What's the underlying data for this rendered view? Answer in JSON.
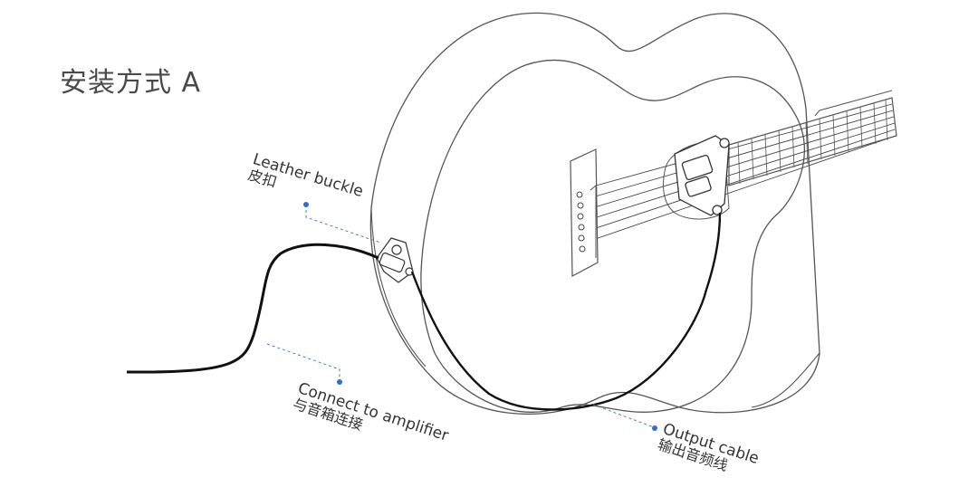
{
  "title": "安装方式 A",
  "labels": {
    "leather_buckle": {
      "en": "Leather buckle",
      "zh": "皮扣"
    },
    "connect_amplifier": {
      "en": "Connect to amplifier",
      "zh": "与音箱连接"
    },
    "output_cable": {
      "en": "Output cable",
      "zh": "输出音频线"
    }
  },
  "colors": {
    "outline": "#555555",
    "cable": "#111111",
    "leader": "#4a7ec4",
    "title": "#4a4a4a"
  }
}
